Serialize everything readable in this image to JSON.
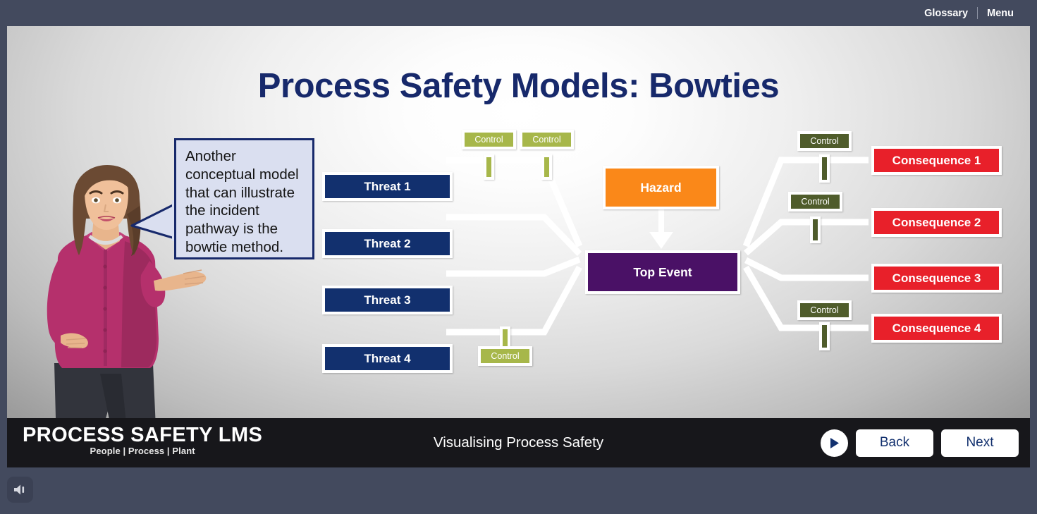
{
  "topbar": {
    "glossary_label": "Glossary",
    "menu_label": "Menu"
  },
  "slide": {
    "title": "Process Safety Models: Bowties",
    "speech_bubble": "Another conceptual model that can illustrate the incident pathway is the bowtie method.",
    "character_alt": "female-presenter"
  },
  "diagram": {
    "type": "bowtie",
    "hazard": {
      "label": "Hazard"
    },
    "top_event": {
      "label": "Top Event"
    },
    "control_label": "Control",
    "threats": [
      {
        "label": "Threat 1"
      },
      {
        "label": "Threat 2"
      },
      {
        "label": "Threat 3"
      },
      {
        "label": "Threat 4"
      }
    ],
    "consequences": [
      {
        "label": "Consequence 1"
      },
      {
        "label": "Consequence 2"
      },
      {
        "label": "Consequence 3"
      },
      {
        "label": "Consequence 4"
      }
    ],
    "left_controls": [
      {
        "label": "Control",
        "on": "Threat 1",
        "position": "above-line"
      },
      {
        "label": "Control",
        "on": "Threat 1",
        "position": "above-line"
      },
      {
        "label": "Control",
        "on": "Threat 4",
        "position": "below-line"
      }
    ],
    "right_controls": [
      {
        "label": "Control",
        "on": "Consequence 1",
        "position": "above-line"
      },
      {
        "label": "Control",
        "on": "Consequence 2",
        "position": "above-line"
      },
      {
        "label": "Control",
        "on": "Consequence 4",
        "position": "above-line"
      }
    ],
    "colors": {
      "threat": "#12306e",
      "consequence": "#e8202a",
      "hazard": "#fa8819",
      "top_event": "#4a1166",
      "control_left": "#a7b74a",
      "control_right": "#4f5c2b",
      "connector": "#ffffff",
      "title": "#17296b"
    }
  },
  "footer": {
    "logo_main": "PROCESS SAFETY LMS",
    "logo_tagline": "People | Process | Plant",
    "lesson_title": "Visualising Process Safety",
    "back_label": "Back",
    "next_label": "Next",
    "play_icon": "play-icon"
  },
  "volume": {
    "icon": "speaker-icon"
  }
}
